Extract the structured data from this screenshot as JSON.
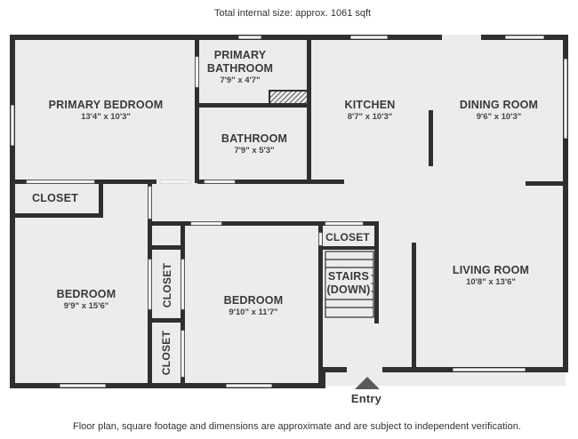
{
  "header": {
    "total_size": "Total internal size: approx. 1061 sqft"
  },
  "footer": {
    "disclaimer": "Floor plan, square footage and dimensions are approximate and are subject to independent verification."
  },
  "entry": {
    "label": "Entry"
  },
  "rooms": {
    "primary_bedroom": {
      "name": "PRIMARY BEDROOM",
      "dims": "13'4\" x 10'3\""
    },
    "primary_bathroom": {
      "name_line1": "PRIMARY",
      "name_line2": "BATHROOM",
      "dims": "7'9\" x 4'7\""
    },
    "bathroom": {
      "name": "BATHROOM",
      "dims": "7'9\" x 5'3\""
    },
    "kitchen": {
      "name": "KITCHEN",
      "dims": "8'7\" x 10'3\""
    },
    "dining_room": {
      "name": "DINING ROOM",
      "dims": "9'6\" x 10'3\""
    },
    "closet_top_left": {
      "name": "CLOSET"
    },
    "bedroom_left": {
      "name": "BEDROOM",
      "dims": "9'9\" x 15'6\""
    },
    "closet_vertical_1": {
      "name": "CLOSET"
    },
    "closet_vertical_2": {
      "name": "CLOSET"
    },
    "bedroom_middle": {
      "name": "BEDROOM",
      "dims": "9'10\" x 11'7\""
    },
    "closet_stairs": {
      "name": "CLOSET"
    },
    "stairs": {
      "line1": "STAIRS",
      "line2": "(DOWN)"
    },
    "living_room": {
      "name": "LIVING ROOM",
      "dims": "10'8\" x 13'6\""
    }
  },
  "colors": {
    "floor": "#ececec",
    "wall": "#2f2f2f",
    "window": "#ffffff",
    "entry_arrow": "#5a5a5a"
  }
}
